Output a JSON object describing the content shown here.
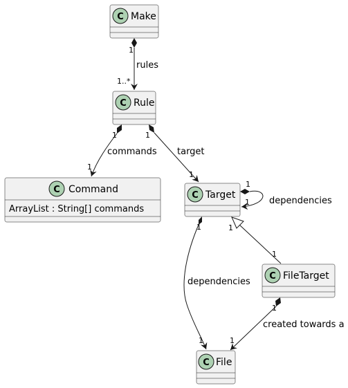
{
  "classes": {
    "make": {
      "name": "Make",
      "stereotype": "C"
    },
    "rule": {
      "name": "Rule",
      "stereotype": "C"
    },
    "command": {
      "name": "Command",
      "stereotype": "C",
      "attribute": "ArrayList : String[] commands"
    },
    "target": {
      "name": "Target",
      "stereotype": "C"
    },
    "filetarget": {
      "name": "FileTarget",
      "stereotype": "C"
    },
    "file": {
      "name": "File",
      "stereotype": "C"
    }
  },
  "relations": {
    "make_rule": {
      "label": "rules",
      "from_mult": "1",
      "to_mult": "1..*",
      "kind": "composition"
    },
    "rule_command": {
      "label": "commands",
      "from_mult": "1",
      "to_mult": "1",
      "kind": "composition"
    },
    "rule_target": {
      "label": "target",
      "from_mult": "1",
      "to_mult": "1",
      "kind": "composition"
    },
    "target_self": {
      "label": "dependencies",
      "from_mult": "1",
      "to_mult": "1",
      "kind": "composition"
    },
    "target_file": {
      "label": "dependencies",
      "from_mult": "1",
      "to_mult": "1",
      "kind": "composition"
    },
    "filetarget_target": {
      "label": "",
      "from_mult": "1",
      "to_mult": "1",
      "kind": "generalization"
    },
    "filetarget_file": {
      "label": "created towards a",
      "from_mult": "1",
      "to_mult": "1",
      "kind": "composition"
    }
  },
  "colors": {
    "box_fill": "#f1f1f1",
    "border": "#181818",
    "badge_fill": "#add1b2"
  }
}
